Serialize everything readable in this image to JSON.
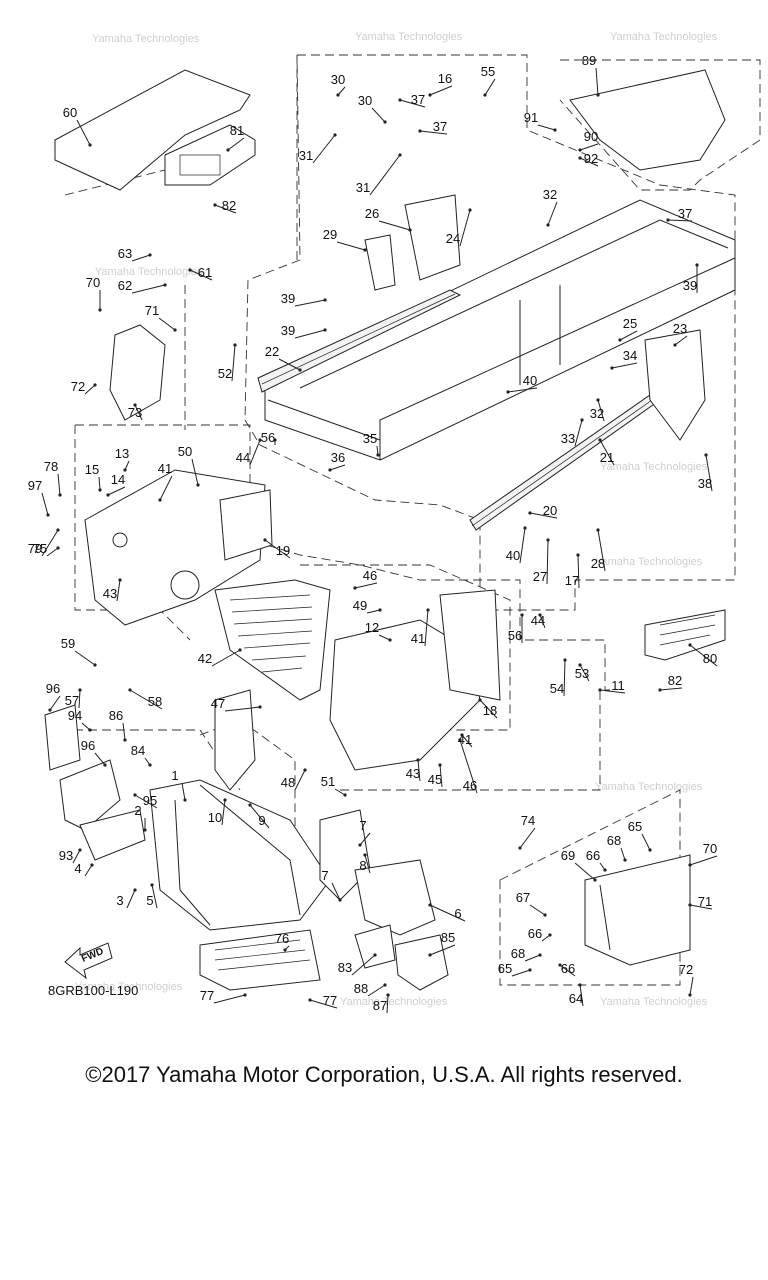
{
  "figure": {
    "code": "8GRB100-L190",
    "fwd_label": "FWD",
    "watermark": "Yamaha Technologies",
    "copyright": "©2017 Yamaha Motor Corporation, U.S.A. All rights reserved."
  },
  "parts": [
    {
      "id": "p1",
      "label": "1"
    },
    {
      "id": "p2",
      "label": "2"
    },
    {
      "id": "p3",
      "label": "3"
    },
    {
      "id": "p4",
      "label": "4"
    },
    {
      "id": "p5",
      "label": "5"
    },
    {
      "id": "p6",
      "label": "6"
    },
    {
      "id": "p7a",
      "label": "7"
    },
    {
      "id": "p7b",
      "label": "7"
    },
    {
      "id": "p8",
      "label": "8"
    },
    {
      "id": "p9",
      "label": "9"
    },
    {
      "id": "p10",
      "label": "10"
    },
    {
      "id": "p11",
      "label": "11"
    },
    {
      "id": "p12",
      "label": "12"
    },
    {
      "id": "p13",
      "label": "13"
    },
    {
      "id": "p14",
      "label": "14"
    },
    {
      "id": "p15",
      "label": "15"
    },
    {
      "id": "p16",
      "label": "16"
    },
    {
      "id": "p17",
      "label": "17"
    },
    {
      "id": "p18",
      "label": "18"
    },
    {
      "id": "p19",
      "label": "19"
    },
    {
      "id": "p20",
      "label": "20"
    },
    {
      "id": "p21",
      "label": "21"
    },
    {
      "id": "p22",
      "label": "22"
    },
    {
      "id": "p23",
      "label": "23"
    },
    {
      "id": "p24",
      "label": "24"
    },
    {
      "id": "p25",
      "label": "25"
    },
    {
      "id": "p26",
      "label": "26"
    },
    {
      "id": "p27",
      "label": "27"
    },
    {
      "id": "p28",
      "label": "28"
    },
    {
      "id": "p29",
      "label": "29"
    },
    {
      "id": "p30a",
      "label": "30"
    },
    {
      "id": "p30b",
      "label": "30"
    },
    {
      "id": "p31a",
      "label": "31"
    },
    {
      "id": "p31b",
      "label": "31"
    },
    {
      "id": "p32a",
      "label": "32"
    },
    {
      "id": "p32b",
      "label": "32"
    },
    {
      "id": "p33",
      "label": "33"
    },
    {
      "id": "p34",
      "label": "34"
    },
    {
      "id": "p35",
      "label": "35"
    },
    {
      "id": "p36",
      "label": "36"
    },
    {
      "id": "p37a",
      "label": "37"
    },
    {
      "id": "p37b",
      "label": "37"
    },
    {
      "id": "p37c",
      "label": "37"
    },
    {
      "id": "p38",
      "label": "38"
    },
    {
      "id": "p39a",
      "label": "39"
    },
    {
      "id": "p39b",
      "label": "39"
    },
    {
      "id": "p39c",
      "label": "39"
    },
    {
      "id": "p40a",
      "label": "40"
    },
    {
      "id": "p40b",
      "label": "40"
    },
    {
      "id": "p41a",
      "label": "41"
    },
    {
      "id": "p41b",
      "label": "41"
    },
    {
      "id": "p41c",
      "label": "41"
    },
    {
      "id": "p42",
      "label": "42"
    },
    {
      "id": "p43a",
      "label": "43"
    },
    {
      "id": "p43b",
      "label": "43"
    },
    {
      "id": "p44a",
      "label": "44"
    },
    {
      "id": "p44b",
      "label": "44"
    },
    {
      "id": "p45",
      "label": "45"
    },
    {
      "id": "p46a",
      "label": "46"
    },
    {
      "id": "p46b",
      "label": "46"
    },
    {
      "id": "p47",
      "label": "47"
    },
    {
      "id": "p48",
      "label": "48"
    },
    {
      "id": "p49",
      "label": "49"
    },
    {
      "id": "p50",
      "label": "50"
    },
    {
      "id": "p51",
      "label": "51"
    },
    {
      "id": "p52",
      "label": "52"
    },
    {
      "id": "p53",
      "label": "53"
    },
    {
      "id": "p54",
      "label": "54"
    },
    {
      "id": "p55",
      "label": "55"
    },
    {
      "id": "p56a",
      "label": "56"
    },
    {
      "id": "p56b",
      "label": "56"
    },
    {
      "id": "p57",
      "label": "57"
    },
    {
      "id": "p58",
      "label": "58"
    },
    {
      "id": "p59",
      "label": "59"
    },
    {
      "id": "p60",
      "label": "60"
    },
    {
      "id": "p61",
      "label": "61"
    },
    {
      "id": "p62",
      "label": "62"
    },
    {
      "id": "p63",
      "label": "63"
    },
    {
      "id": "p64",
      "label": "64"
    },
    {
      "id": "p65a",
      "label": "65"
    },
    {
      "id": "p65b",
      "label": "65"
    },
    {
      "id": "p66a",
      "label": "66"
    },
    {
      "id": "p66b",
      "label": "66"
    },
    {
      "id": "p66c",
      "label": "66"
    },
    {
      "id": "p67",
      "label": "67"
    },
    {
      "id": "p68a",
      "label": "68"
    },
    {
      "id": "p68b",
      "label": "68"
    },
    {
      "id": "p69",
      "label": "69"
    },
    {
      "id": "p70a",
      "label": "70"
    },
    {
      "id": "p70b",
      "label": "70"
    },
    {
      "id": "p71a",
      "label": "71"
    },
    {
      "id": "p71b",
      "label": "71"
    },
    {
      "id": "p72a",
      "label": "72"
    },
    {
      "id": "p72b",
      "label": "72"
    },
    {
      "id": "p73",
      "label": "73"
    },
    {
      "id": "p74",
      "label": "74"
    },
    {
      "id": "p75",
      "label": "75"
    },
    {
      "id": "p76",
      "label": "76"
    },
    {
      "id": "p77a",
      "label": "77"
    },
    {
      "id": "p77b",
      "label": "77"
    },
    {
      "id": "p78",
      "label": "78"
    },
    {
      "id": "p79",
      "label": "79"
    },
    {
      "id": "p80",
      "label": "80"
    },
    {
      "id": "p81",
      "label": "81"
    },
    {
      "id": "p82a",
      "label": "82"
    },
    {
      "id": "p82b",
      "label": "82"
    },
    {
      "id": "p83",
      "label": "83"
    },
    {
      "id": "p84",
      "label": "84"
    },
    {
      "id": "p85",
      "label": "85"
    },
    {
      "id": "p86",
      "label": "86"
    },
    {
      "id": "p87",
      "label": "87"
    },
    {
      "id": "p88",
      "label": "88"
    },
    {
      "id": "p89",
      "label": "89"
    },
    {
      "id": "p90",
      "label": "90"
    },
    {
      "id": "p91",
      "label": "91"
    },
    {
      "id": "p92",
      "label": "92"
    },
    {
      "id": "p93",
      "label": "93"
    },
    {
      "id": "p94",
      "label": "94"
    },
    {
      "id": "p95",
      "label": "95"
    },
    {
      "id": "p96a",
      "label": "96"
    },
    {
      "id": "p96b",
      "label": "96"
    },
    {
      "id": "p97",
      "label": "97"
    }
  ]
}
